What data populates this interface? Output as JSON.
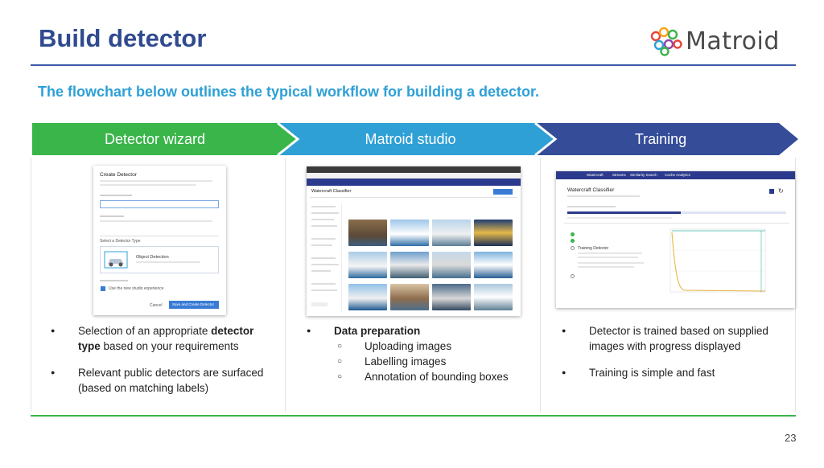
{
  "title": "Build detector",
  "logo_text": "Matroid",
  "subtitle": "The flowchart below outlines the typical workflow for building a detector.",
  "steps": [
    {
      "label": "Detector wizard",
      "color": "#3ab54a"
    },
    {
      "label": "Matroid studio",
      "color": "#2ea0d6"
    },
    {
      "label": "Training",
      "color": "#354d98"
    }
  ],
  "wizard_ui": {
    "heading": "Create Detector",
    "section_type": "Select a Detector Type",
    "option_label": "Object Detection",
    "checkbox_label": "Use the new studio experience",
    "cancel": "Cancel",
    "create": "Save and Create Detector"
  },
  "studio_ui": {
    "heading": "Watercraft Classifier"
  },
  "training_ui": {
    "heading": "Watercraft Classifier",
    "nav": [
      "Watercraft",
      "Streams",
      "Similarity Search",
      "Cache Analytics"
    ],
    "section": "Training Detector"
  },
  "columns": [
    {
      "bullets": [
        {
          "pre": "Selection of an appropriate ",
          "bold": "detector type",
          "post": " based on your requirements"
        },
        {
          "pre": "Relevant public detectors are surfaced (based on matching labels)",
          "bold": "",
          "post": ""
        }
      ]
    },
    {
      "bullets": [
        {
          "pre": "",
          "bold": "Data preparation",
          "post": ""
        }
      ],
      "sub": [
        "Uploading images",
        "Labelling images",
        "Annotation of bounding boxes"
      ]
    },
    {
      "bullets": [
        {
          "pre": "Detector is trained based on supplied images with progress displayed",
          "bold": "",
          "post": ""
        },
        {
          "pre": "Training is simple and fast",
          "bold": "",
          "post": ""
        }
      ]
    }
  ],
  "page_number": "23"
}
